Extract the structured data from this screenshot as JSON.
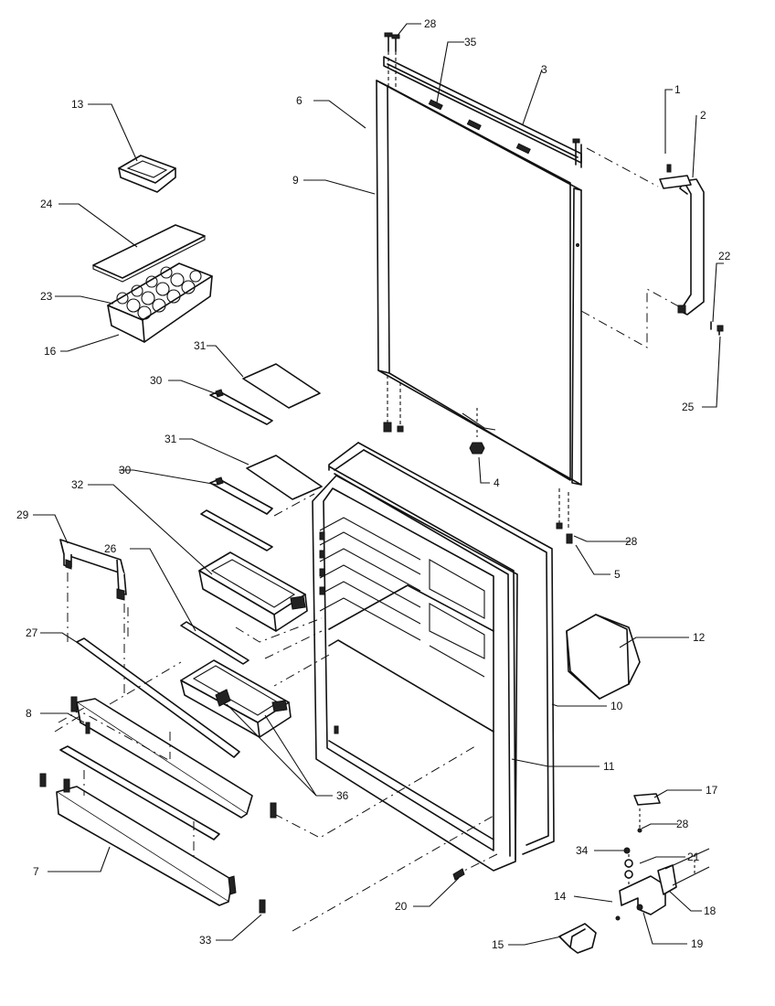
{
  "callouts": [
    {
      "id": "c1",
      "label": "1"
    },
    {
      "id": "c2",
      "label": "2"
    },
    {
      "id": "c3",
      "label": "3"
    },
    {
      "id": "c4",
      "label": "4"
    },
    {
      "id": "c5",
      "label": "5"
    },
    {
      "id": "c6",
      "label": "6"
    },
    {
      "id": "c7",
      "label": "7"
    },
    {
      "id": "c8",
      "label": "8"
    },
    {
      "id": "c9",
      "label": "9"
    },
    {
      "id": "c10",
      "label": "10"
    },
    {
      "id": "c11",
      "label": "11"
    },
    {
      "id": "c12",
      "label": "12"
    },
    {
      "id": "c13",
      "label": "13"
    },
    {
      "id": "c14",
      "label": "14"
    },
    {
      "id": "c15",
      "label": "15"
    },
    {
      "id": "c16",
      "label": "16"
    },
    {
      "id": "c17",
      "label": "17"
    },
    {
      "id": "c18",
      "label": "18"
    },
    {
      "id": "c19",
      "label": "19"
    },
    {
      "id": "c20",
      "label": "20"
    },
    {
      "id": "c21",
      "label": "21"
    },
    {
      "id": "c22",
      "label": "22"
    },
    {
      "id": "c23",
      "label": "23"
    },
    {
      "id": "c24",
      "label": "24"
    },
    {
      "id": "c25",
      "label": "25"
    },
    {
      "id": "c26",
      "label": "26"
    },
    {
      "id": "c27",
      "label": "27"
    },
    {
      "id": "c28a",
      "label": "28"
    },
    {
      "id": "c28b",
      "label": "28"
    },
    {
      "id": "c28c",
      "label": "28"
    },
    {
      "id": "c29",
      "label": "29"
    },
    {
      "id": "c30a",
      "label": "30"
    },
    {
      "id": "c30b",
      "label": "30"
    },
    {
      "id": "c31a",
      "label": "31"
    },
    {
      "id": "c31b",
      "label": "31"
    },
    {
      "id": "c32",
      "label": "32"
    },
    {
      "id": "c33",
      "label": "33"
    },
    {
      "id": "c34",
      "label": "34"
    },
    {
      "id": "c35",
      "label": "35"
    },
    {
      "id": "c36",
      "label": "36"
    }
  ]
}
